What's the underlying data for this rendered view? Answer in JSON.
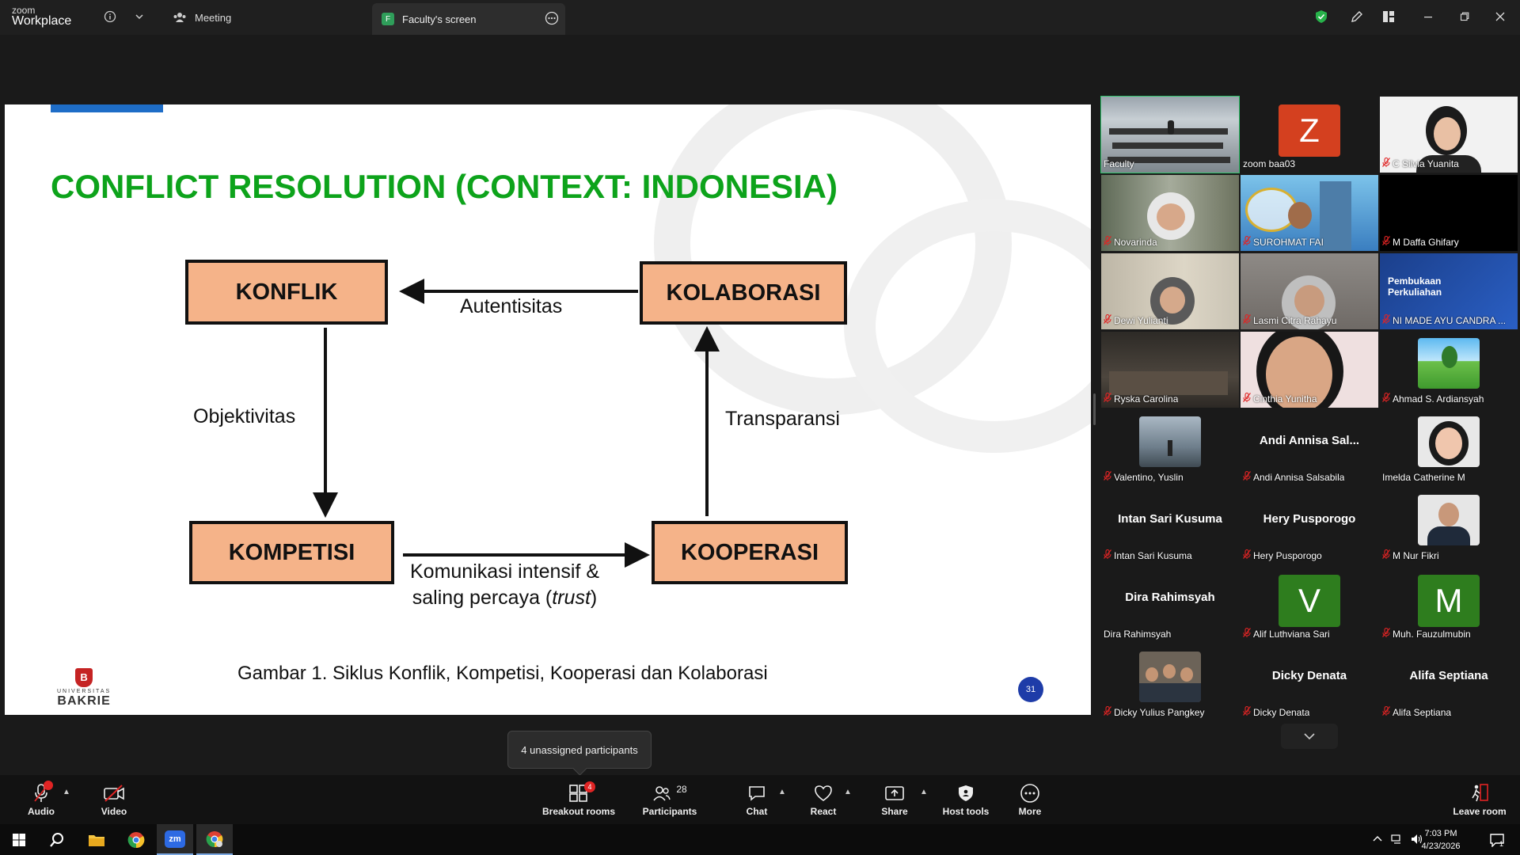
{
  "app": {
    "logo_top": "zoom",
    "logo_bottom": "Workplace"
  },
  "tabs": {
    "meeting": "Meeting",
    "screen": "Faculty's screen",
    "screen_icon_letter": "F"
  },
  "slide": {
    "title": "CONFLICT RESOLUTION (CONTEXT: INDONESIA)",
    "boxes": {
      "konflik": "KONFLIK",
      "kolaborasi": "KOLABORASI",
      "kompetisi": "KOMPETISI",
      "kooperasi": "KOOPERASI"
    },
    "labels": {
      "autentisitas": "Autentisitas",
      "objektivitas": "Objektivitas",
      "transparansi": "Transparansi",
      "komunikasi_line1": "Komunikasi intensif &",
      "komunikasi_line2_pre": "saling percaya (",
      "komunikasi_line2_italic": "trust",
      "komunikasi_line2_post": ")"
    },
    "caption": "Gambar 1. Siklus Konflik, Kompetisi, Kooperasi dan Kolaborasi",
    "university_small": "UNIVERSITAS",
    "university_big": "BAKRIE",
    "crest_letter": "B",
    "page_number": "31",
    "title_color": "#0da31b",
    "box_color": "#f5b389"
  },
  "gallery": {
    "tiles": [
      {
        "name": "Faculty",
        "muted": false,
        "active": true,
        "kind": "classroom"
      },
      {
        "name": "zoom baa03",
        "muted": false,
        "kind": "letter",
        "letter": "Z",
        "color": "#d4401f"
      },
      {
        "name": "C Silvia Yuanita",
        "muted": true,
        "kind": "portrait-light"
      },
      {
        "name": "Novarinda",
        "muted": true,
        "kind": "room-plant"
      },
      {
        "name": "SUROHMAT FAI",
        "muted": true,
        "kind": "campus"
      },
      {
        "name": "M Daffa Ghifary",
        "muted": true,
        "kind": "black"
      },
      {
        "name": "Dewi Yulianti",
        "muted": true,
        "kind": "room-light"
      },
      {
        "name": "Lasmi Citra Rahayu",
        "muted": true,
        "kind": "room-grey"
      },
      {
        "name": "NI MADE AYU CANDRA ...",
        "muted": true,
        "kind": "banner",
        "banner_line1": "Pembukaan",
        "banner_line2": "Perkuliahan"
      },
      {
        "name": "Ryska Carolina",
        "muted": true,
        "kind": "room-dark"
      },
      {
        "name": "Cinthia Yunitha",
        "muted": true,
        "kind": "face-close"
      },
      {
        "name": "Ahmad S. Ardiansyah",
        "muted": true,
        "kind": "avatar-landscape"
      },
      {
        "name": "Valentino, Yuslin",
        "muted": true,
        "kind": "avatar-city"
      },
      {
        "name": "Andi Annisa Salsabila",
        "muted": true,
        "kind": "name",
        "display": "Andi Annisa Sal..."
      },
      {
        "name": "Imelda Catherine M",
        "muted": false,
        "kind": "avatar-woman"
      },
      {
        "name": "Intan Sari Kusuma",
        "muted": true,
        "kind": "name",
        "display": "Intan Sari Kusuma"
      },
      {
        "name": "Hery Pusporogo",
        "muted": true,
        "kind": "name",
        "display": "Hery Pusporogo"
      },
      {
        "name": "M Nur Fikri",
        "muted": true,
        "kind": "avatar-suit"
      },
      {
        "name": "Dira Rahimsyah",
        "muted": false,
        "kind": "name",
        "display": "Dira Rahimsyah"
      },
      {
        "name": "Alif Luthviana Sari",
        "muted": true,
        "kind": "letter",
        "letter": "V",
        "color": "#2e7d1e"
      },
      {
        "name": "Muh. Fauzulmubin",
        "muted": true,
        "kind": "letter",
        "letter": "M",
        "color": "#2e7d1e"
      },
      {
        "name": "Dicky Yulius Pangkey",
        "muted": true,
        "kind": "avatar-group"
      },
      {
        "name": "Dicky Denata",
        "muted": true,
        "kind": "name",
        "display": "Dicky Denata"
      },
      {
        "name": "Alifa Septiana",
        "muted": true,
        "kind": "name",
        "display": "Alifa Septiana"
      }
    ]
  },
  "tooltip": "4 unassigned participants",
  "toolbar": {
    "audio": "Audio",
    "video": "Video",
    "breakout": "Breakout rooms",
    "breakout_badge": "4",
    "participants": "Participants",
    "participants_count": "28",
    "chat": "Chat",
    "react": "React",
    "share": "Share",
    "host_tools": "Host tools",
    "more": "More",
    "leave": "Leave room"
  },
  "taskbar": {
    "time": "7:03 PM",
    "date": "4/23/2026",
    "notification_count": "1"
  }
}
